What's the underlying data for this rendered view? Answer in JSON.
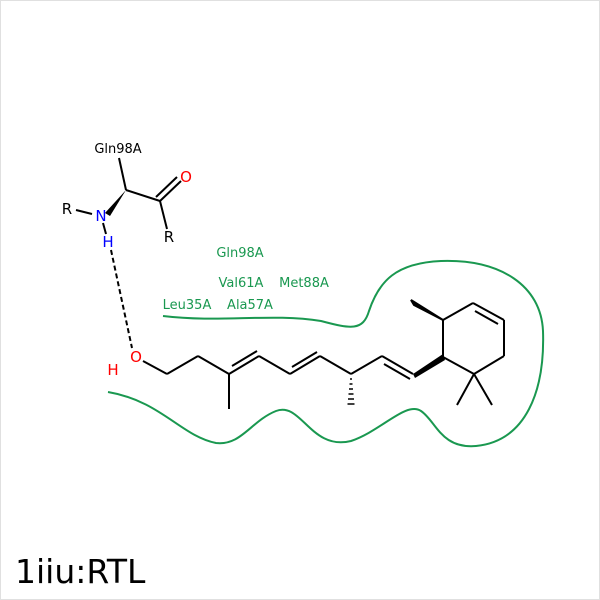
{
  "title": "1iiu:RTL",
  "residue_labels": [
    "Gln98A",
    "Val61A",
    "Met88A",
    "Leu35A",
    "Ala57A"
  ],
  "hbond_partner": {
    "residue": "Gln98A",
    "atoms": {
      "r1": "R",
      "n": "N",
      "h": "H",
      "o": "O",
      "r2": "R"
    }
  },
  "ligand_atoms": {
    "o": "O",
    "h": "H"
  },
  "colors": {
    "hydrophobic_contour": "#1a9850",
    "oxygen": "#ff0000",
    "nitrogen": "#0000ff",
    "bond": "#000000"
  }
}
